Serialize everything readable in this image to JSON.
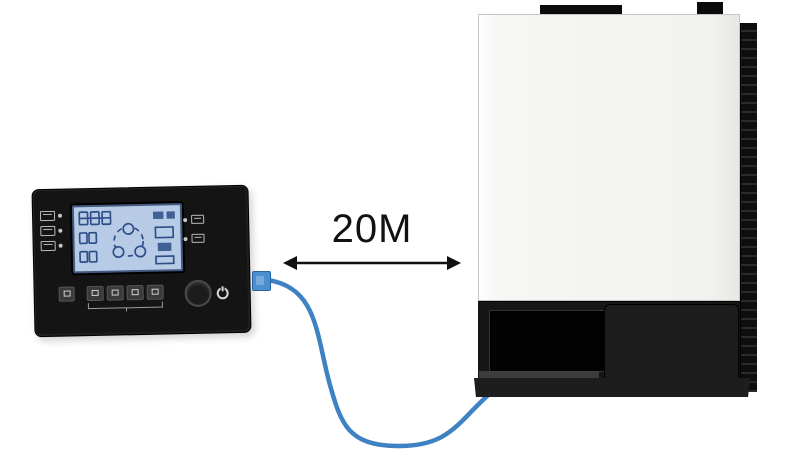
{
  "scene": {
    "distance_label": "20M"
  },
  "icons": {
    "power_button": "power-symbol",
    "distance_arrow": "double-headed-horizontal-arrow",
    "connector": "rj45-plug"
  },
  "colors": {
    "background": "#ffffff",
    "cable_blue": "#3f82c4",
    "arrow_black": "#111111",
    "panel_body": "#141414",
    "lcd_bg": "#b7cbe7",
    "lcd_ink": "#2d4e86",
    "inverter_front": "#f6f6f4",
    "inverter_edge": "#c6c6c2",
    "inverter_dark": "#161616",
    "inverter_base": "#1d1d1d",
    "connector_blue": "#4a8fd0",
    "led_light": "#d8d8d8",
    "button_face": "#3a3a3a"
  }
}
